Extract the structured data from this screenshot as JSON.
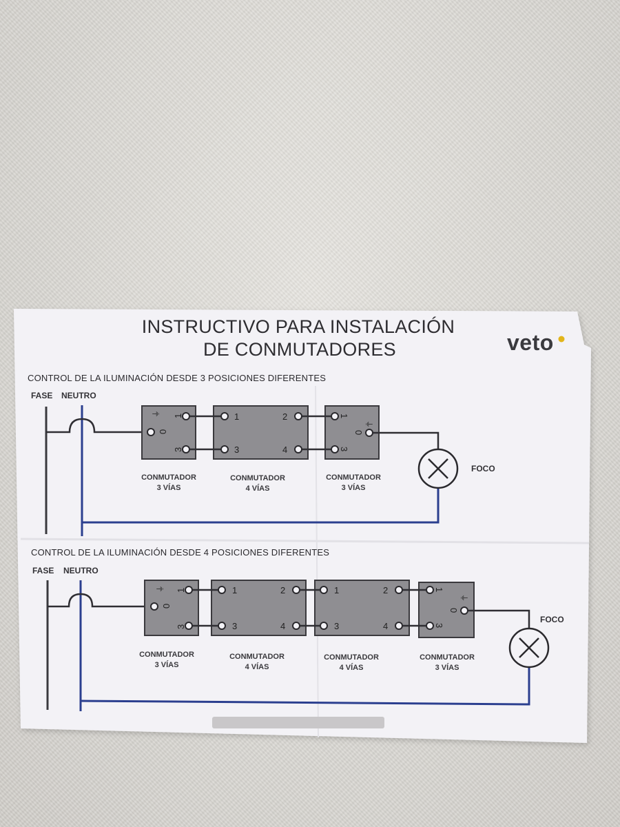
{
  "title": {
    "line1": "INSTRUCTIVO PARA INSTALACIÓN",
    "line2": "DE CONMUTADORES"
  },
  "brand": {
    "name": "veto"
  },
  "colors": {
    "paper": "#f3f2f6",
    "switch_body": "#8f8e92",
    "wire_dark": "#2f2e33",
    "wire_blue": "#2b3f8f",
    "fase_wire": "#3a393e"
  },
  "diagram1": {
    "heading": "CONTROL DE LA ILUMINACIÓN DESDE 3 POSICIONES DIFERENTES",
    "fase": "FASE",
    "neutro": "NEUTRO",
    "foco": "FOCO",
    "switches": [
      {
        "label1": "CONMUTADOR",
        "label2": "3 VÍAS",
        "terminals": [
          "1",
          "0",
          "3"
        ]
      },
      {
        "label1": "CONMUTADOR",
        "label2": "4 VÍAS",
        "terminals": [
          "1",
          "2",
          "3",
          "4"
        ]
      },
      {
        "label1": "CONMUTADOR",
        "label2": "3 VÍAS",
        "terminals": [
          "1",
          "0",
          "3"
        ]
      }
    ]
  },
  "diagram2": {
    "heading": "CONTROL DE LA ILUMINACIÓN DESDE 4 POSICIONES DIFERENTES",
    "fase": "FASE",
    "neutro": "NEUTRO",
    "foco": "FOCO",
    "switches": [
      {
        "label1": "CONMUTADOR",
        "label2": "3 VÍAS",
        "terminals": [
          "1",
          "0",
          "3"
        ]
      },
      {
        "label1": "CONMUTADOR",
        "label2": "4 VÍAS",
        "terminals": [
          "1",
          "2",
          "3",
          "4"
        ]
      },
      {
        "label1": "CONMUTADOR",
        "label2": "4 VÍAS",
        "terminals": [
          "1",
          "2",
          "3",
          "4"
        ]
      },
      {
        "label1": "CONMUTADOR",
        "label2": "3 VÍAS",
        "terminals": [
          "1",
          "0",
          "3"
        ]
      }
    ]
  }
}
